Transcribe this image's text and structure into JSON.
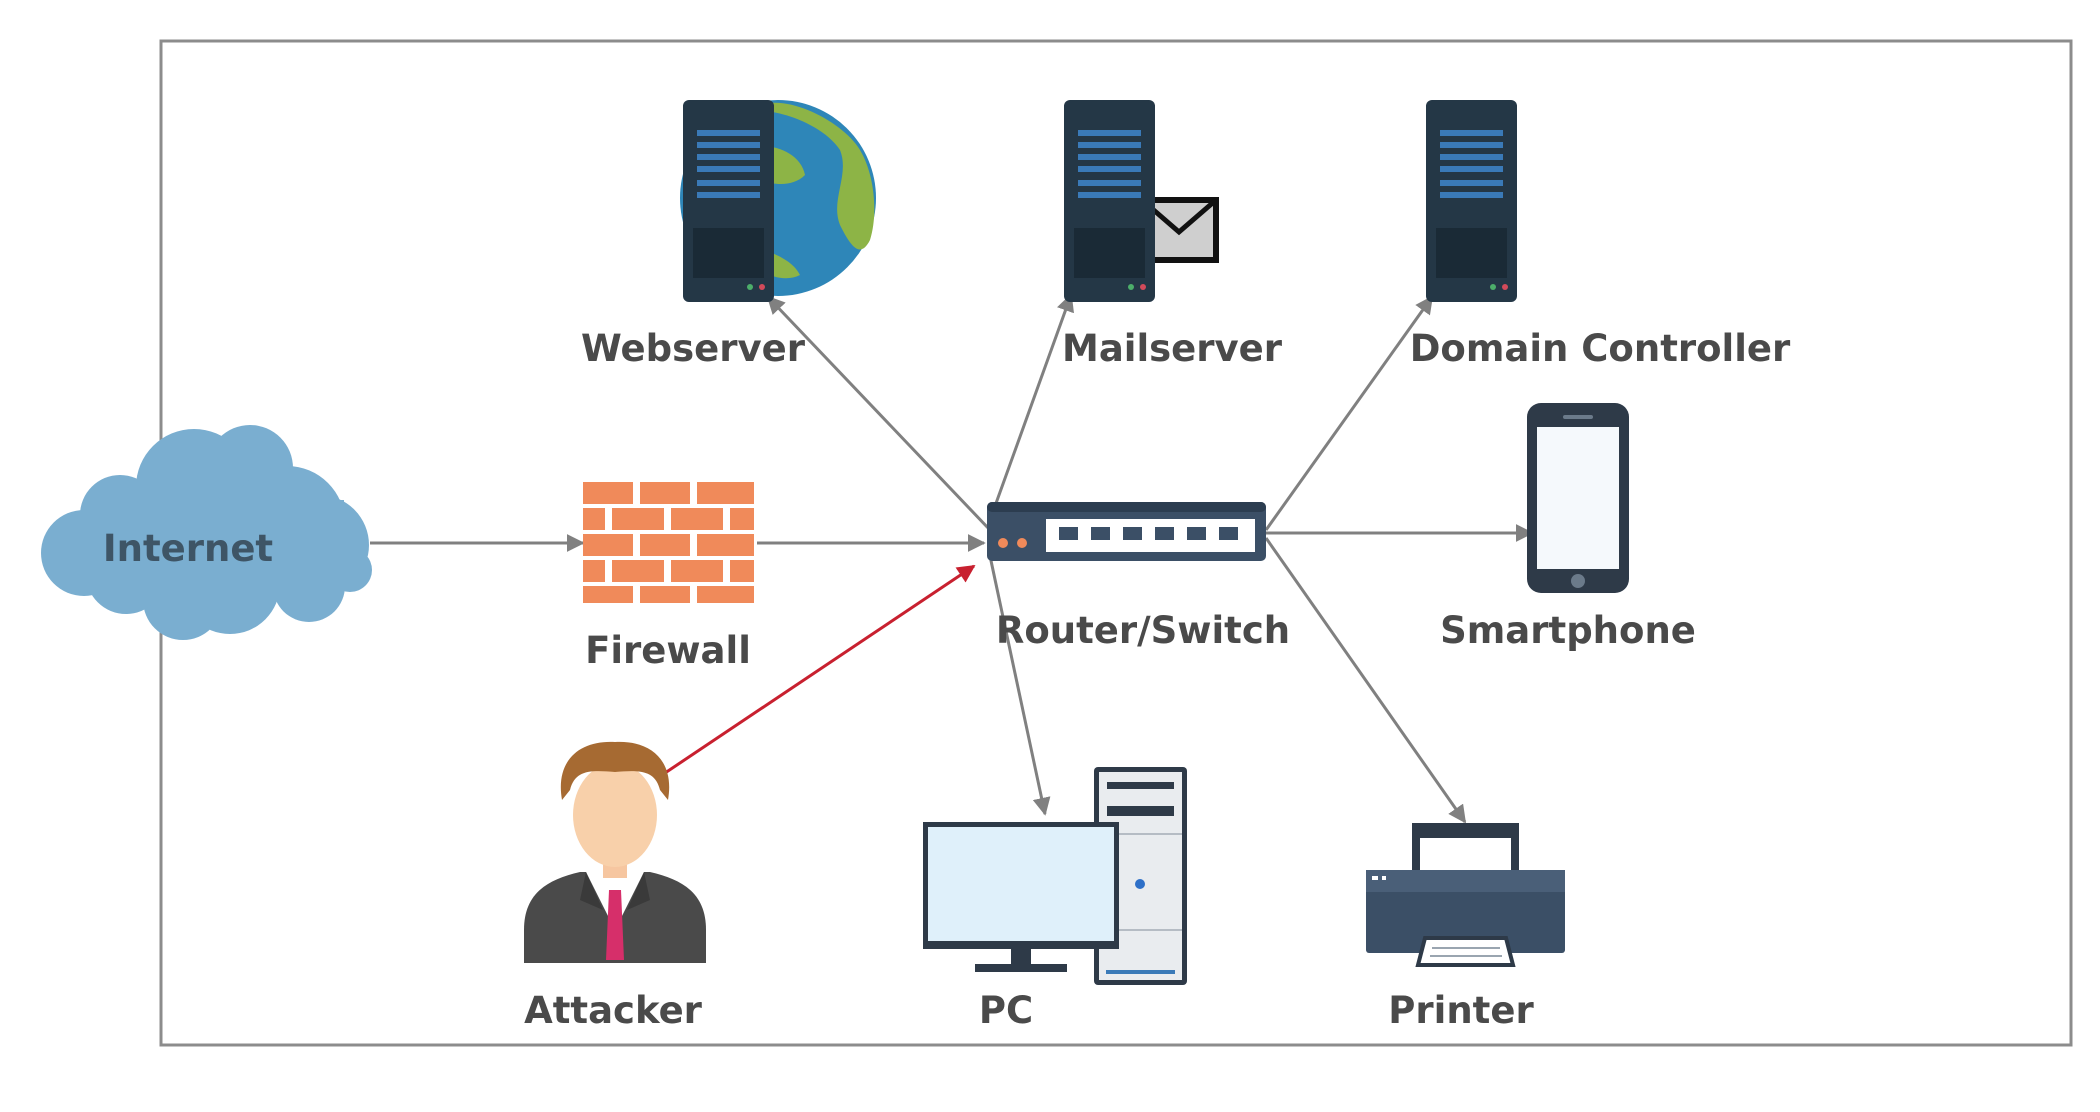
{
  "diagram": {
    "colors": {
      "frame": "#8c8c8c",
      "link": "#808080",
      "attack_link": "#c8202f",
      "label": "#4a4a4a",
      "cloud": "#7aaed0",
      "brick": "#f08a5a",
      "server": "#243746",
      "server_slot": "#3a7ab8",
      "globe_sea": "#2e86b8",
      "globe_land": "#8db446",
      "device_dark": "#3b4f66",
      "screen": "#dff0fa"
    },
    "nodes": {
      "internet": {
        "label": "Internet",
        "icon": "cloud-icon"
      },
      "firewall": {
        "label": "Firewall",
        "icon": "brick-wall-icon"
      },
      "webserver": {
        "label": "Webserver",
        "icon": "server-globe-icon"
      },
      "mailserver": {
        "label": "Mailserver",
        "icon": "server-mail-icon"
      },
      "domain": {
        "label": "Domain Controller",
        "icon": "server-icon"
      },
      "router": {
        "label": "Router/Switch",
        "icon": "switch-icon"
      },
      "smartphone": {
        "label": "Smartphone",
        "icon": "smartphone-icon"
      },
      "attacker": {
        "label": "Attacker",
        "icon": "person-icon"
      },
      "pc": {
        "label": "PC",
        "icon": "desktop-pc-icon"
      },
      "printer": {
        "label": "Printer",
        "icon": "printer-icon"
      }
    },
    "edges": [
      {
        "from": "internet",
        "to": "firewall",
        "style": "normal"
      },
      {
        "from": "firewall",
        "to": "router",
        "style": "normal"
      },
      {
        "from": "router",
        "to": "webserver",
        "style": "normal"
      },
      {
        "from": "router",
        "to": "mailserver",
        "style": "normal"
      },
      {
        "from": "router",
        "to": "domain",
        "style": "normal"
      },
      {
        "from": "router",
        "to": "smartphone",
        "style": "normal"
      },
      {
        "from": "router",
        "to": "pc",
        "style": "normal"
      },
      {
        "from": "router",
        "to": "printer",
        "style": "normal"
      },
      {
        "from": "attacker",
        "to": "router",
        "style": "attack"
      }
    ]
  }
}
